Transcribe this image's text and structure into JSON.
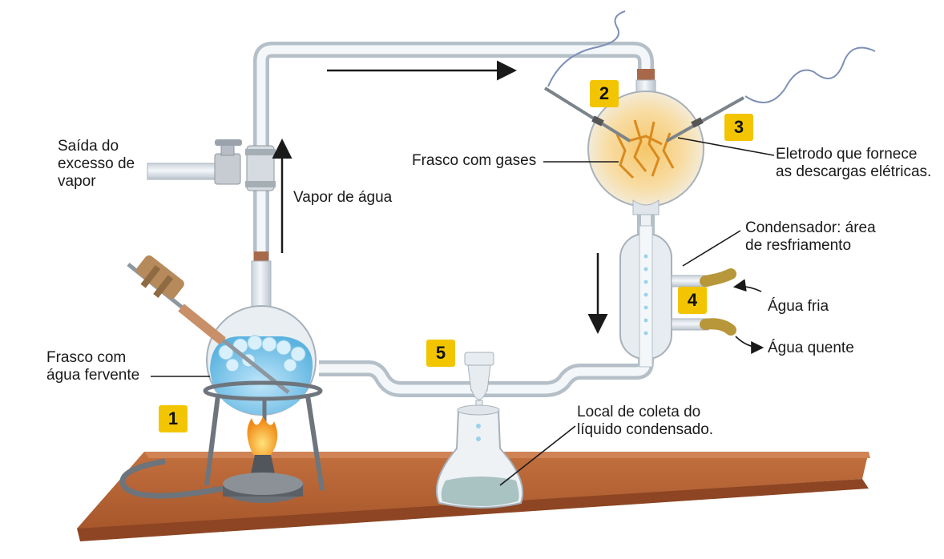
{
  "labels": {
    "steam_outlet": "Saída do\nexcesso de\nvapor",
    "water_vapor": "Vapor de água",
    "gas_flask": "Frasco com gases",
    "electrode": "Eletrodo que fornece\nas descargas elétricas.",
    "condenser": "Condensador: área\nde resfriamento",
    "cold_water": "Água fria",
    "hot_water": "Água quente",
    "boiling_flask": "Frasco com\nágua fervente",
    "collection": "Local de coleta do\nlíquido condensado."
  },
  "badges": [
    "1",
    "2",
    "3",
    "4",
    "5"
  ],
  "colors": {
    "badge": "#f2c500",
    "table": "#b8663a",
    "glass": "#e4e9ee",
    "boiling_water": "#7fc6ea",
    "gas_glow": "#f2b64a",
    "flame": "#f5a623",
    "condensed_liquid": "#a9c2c2"
  }
}
